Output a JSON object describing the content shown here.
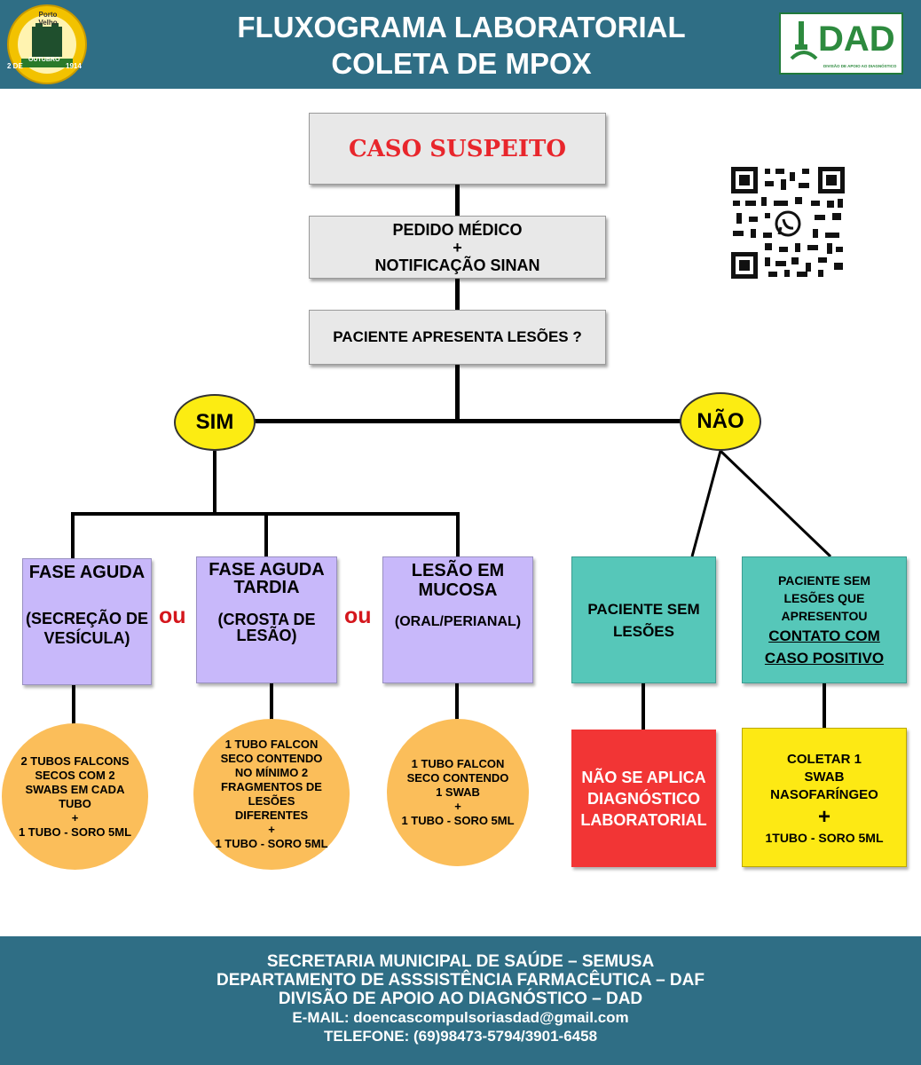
{
  "header": {
    "title_line1": "FLUXOGRAMA LABORATORIAL",
    "title_line2": "COLETA DE MPOX",
    "left_logo": {
      "top_text": "Porto Velho",
      "band_text": "OUTUBRO",
      "left_text": "2 DE",
      "right_text": "1914"
    },
    "right_logo": {
      "text": "DAD",
      "sub": "DIVISÃO DE APOIO AO DIAGNÓSTICO"
    }
  },
  "flow": {
    "caso": "CASO SUSPEITO",
    "pedido_l1": "PEDIDO MÉDICO",
    "pedido_plus": "+",
    "pedido_l2": "NOTIFICAÇÃO SINAN",
    "pergunta": "PACIENTE APRESENTA LESÕES ?",
    "sim": "SIM",
    "nao": "NÃO",
    "ou": "ou",
    "fase_aguda_title": "FASE AGUDA",
    "fase_aguda_sub": "(SECREÇÃO DE VESÍCULA)",
    "fase_tardia_title": "FASE AGUDA TARDIA",
    "fase_tardia_sub": "(CROSTA DE LESÃO)",
    "mucosa_title": "LESÃO EM MUCOSA",
    "mucosa_sub": "(ORAL/PERIANAL)",
    "sem_lesoes": "PACIENTE SEM LESÕES",
    "contato_l1": "PACIENTE SEM LESÕES QUE APRESENTOU",
    "contato_l2": "CONTATO COM CASO POSITIVO",
    "c1_text": "2 TUBOS FALCONS SECOS COM 2 SWABS EM CADA TUBO",
    "c1_plus": "+",
    "c1_soro": "1 TUBO - SORO 5ML",
    "c2_text": "1 TUBO FALCON SECO CONTENDO NO MÍNIMO 2 FRAGMENTOS DE LESÕES DIFERENTES",
    "c2_plus": "+",
    "c2_soro": "1  TUBO - SORO 5ML",
    "c3_text": "1 TUBO FALCON SECO CONTENDO 1 SWAB",
    "c3_plus": "+",
    "c3_soro": "1 TUBO - SORO 5ML",
    "nao_aplica": "NÃO SE APLICA DIAGNÓSTICO LABORATORIAL",
    "coletar": "COLETAR 1 SWAB NASOFARÍNGEO",
    "coletar_plus": "+",
    "coletar_soro": "1TUBO - SORO 5ML"
  },
  "footer": {
    "l1": "SECRETARIA MUNICIPAL DE SAÚDE – SEMUSA",
    "l2": "DEPARTAMENTO DE ASSSISTÊNCIA FARMACÊUTICA – DAF",
    "l3": "DIVISÃO DE APOIO AO DIAGNÓSTICO – DAD",
    "email_label": "E-MAIL:",
    "email": "doencascompulsoriasdad@gmail.com",
    "l5": "TELEFONE: (69)98473-5794/3901-6458"
  },
  "colors": {
    "header_bg": "#2f6e85",
    "caso_text": "#e8262c",
    "purple_box": "#c8b8fa",
    "teal_box": "#56c7b9",
    "orange_circle": "#fbbe5a",
    "red_box": "#f23535",
    "yellow_box": "#fde914",
    "yes_no_ellipse": "#fcec12",
    "ou_text": "#d4161c"
  },
  "qr_icon": "whatsapp-qr-code-icon"
}
